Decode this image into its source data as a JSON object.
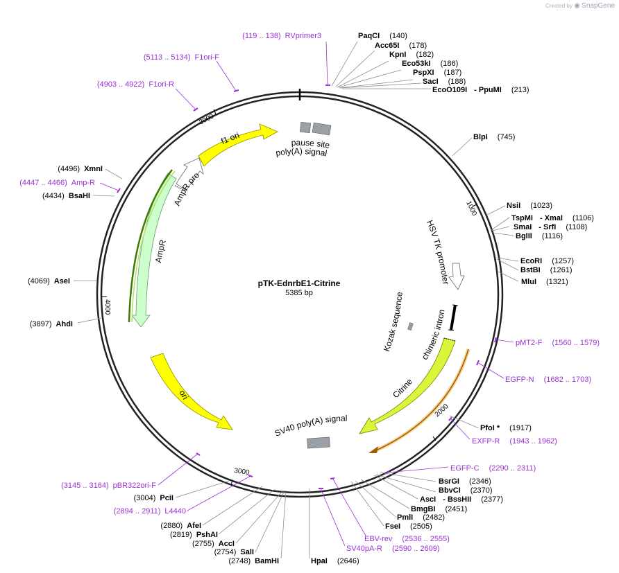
{
  "header": {
    "credit_prefix": "Created by",
    "credit_brand": "SnapGene"
  },
  "plasmid": {
    "name": "pTK-EdnrbE1-Citrine",
    "size": "5385 bp"
  },
  "ticks": [
    "1000",
    "2000",
    "3000",
    "4000",
    "3000"
  ],
  "features": [
    {
      "label": "f1 ori"
    },
    {
      "label": "AmpR promoter"
    },
    {
      "label": "AmpR"
    },
    {
      "label": "ori"
    },
    {
      "label": "pause site"
    },
    {
      "label": "poly(A) signal"
    },
    {
      "label": "HSV TK promoter"
    },
    {
      "label": "Kozak sequence"
    },
    {
      "label": "chimeric intron"
    },
    {
      "label": "Citrine"
    },
    {
      "label": "SV40 poly(A) signal"
    }
  ],
  "enzymes": [
    {
      "name": "PaqCI",
      "pos": "(140)"
    },
    {
      "name": "Acc65I",
      "pos": "(178)"
    },
    {
      "name": "KpnI",
      "pos": "(182)"
    },
    {
      "name": "Eco53kI",
      "pos": "(186)"
    },
    {
      "name": "PspXI",
      "pos": "(187)"
    },
    {
      "name": "SacI",
      "pos": "(188)"
    },
    {
      "name": "EcoO109I",
      "extra": "- PpuMI",
      "pos": "(213)"
    },
    {
      "name": "BlpI",
      "pos": "(745)"
    },
    {
      "name": "NsiI",
      "pos": "(1023)"
    },
    {
      "name": "TspMI",
      "extra": "- XmaI",
      "pos": "(1106)"
    },
    {
      "name": "SmaI",
      "extra": "- SrfI",
      "pos": "(1108)"
    },
    {
      "name": "BglII",
      "pos": "(1116)"
    },
    {
      "name": "EcoRI",
      "pos": "(1257)"
    },
    {
      "name": "BstBI",
      "pos": "(1261)"
    },
    {
      "name": "MluI",
      "pos": "(1321)"
    },
    {
      "name": "PfoI *",
      "pos": "(1917)"
    },
    {
      "name": "BsrGI",
      "pos": "(2346)"
    },
    {
      "name": "BbvCI",
      "pos": "(2370)"
    },
    {
      "name": "AscI",
      "extra": "- BssHII",
      "pos": "(2377)"
    },
    {
      "name": "BmgBI",
      "pos": "(2451)"
    },
    {
      "name": "PmlI",
      "pos": "(2482)"
    },
    {
      "name": "FseI",
      "pos": "(2505)"
    },
    {
      "name": "HpaI",
      "pos": "(2646)"
    },
    {
      "name": "BamHI",
      "pos": "(2748)"
    },
    {
      "name": "SalI",
      "pos": "(2754)"
    },
    {
      "name": "AccI",
      "pos": "(2755)"
    },
    {
      "name": "PshAI",
      "pos": "(2819)"
    },
    {
      "name": "AfeI",
      "pos": "(2880)"
    },
    {
      "name": "PciI",
      "pos": "(3004)"
    },
    {
      "name": "AhdI",
      "pos": "(3897)"
    },
    {
      "name": "AseI",
      "pos": "(4069)"
    },
    {
      "name": "BsaHI",
      "pos": "(4434)"
    },
    {
      "name": "XmnI",
      "pos": "(4496)"
    }
  ],
  "primers": [
    {
      "name": "RVprimer3",
      "pos": "(119 .. 138)"
    },
    {
      "name": "F1ori-F",
      "pos": "(5113 .. 5134)"
    },
    {
      "name": "F1ori-R",
      "pos": "(4903 .. 4922)"
    },
    {
      "name": "Amp-R",
      "pos": "(4447 .. 4466)"
    },
    {
      "name": "pMT2-F",
      "pos": "(1560 .. 1579)"
    },
    {
      "name": "EGFP-N",
      "pos": "(1682 .. 1703)"
    },
    {
      "name": "EXFP-R",
      "pos": "(1943 .. 1962)"
    },
    {
      "name": "EGFP-C",
      "pos": "(2290 .. 2311)"
    },
    {
      "name": "EBV-rev",
      "pos": "(2536 .. 2555)"
    },
    {
      "name": "SV40pA-R",
      "pos": "(2590 .. 2609)"
    },
    {
      "name": "L4440",
      "pos": "(2894 .. 2911)"
    },
    {
      "name": "pBR322ori-F",
      "pos": "(3145 .. 3164)"
    }
  ]
}
